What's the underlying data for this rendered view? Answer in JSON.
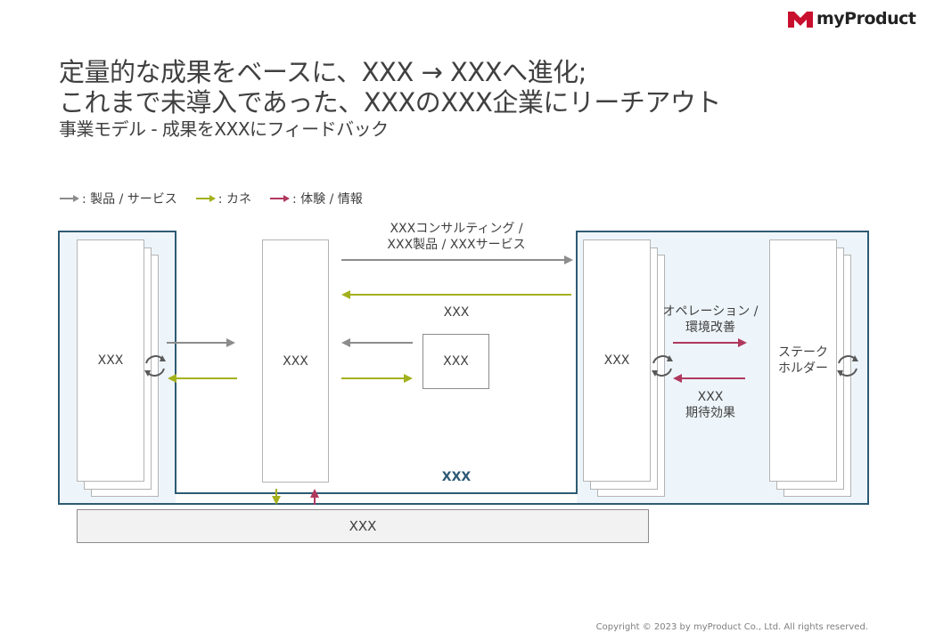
{
  "logo": {
    "text": "myProduct"
  },
  "title": {
    "line1": "定量的な成果をベースに、XXX → XXXへ進化;",
    "line2": "これまで未導入であった、XXXのXXX企業にリーチアウト"
  },
  "subtitle": "事業モデル - 成果をXXXにフィードバック",
  "legend": {
    "product": ": 製品 / サービス",
    "money": ": カネ",
    "experience": ": 体験 / 情報"
  },
  "nodes": {
    "left": "XXX",
    "center": "XXX",
    "small": "XXX",
    "right": "XXX",
    "stakeholder_line1": "ステーク",
    "stakeholder_line2": "ホルダー",
    "bottom_bar": "XXX"
  },
  "labels": {
    "top_arrow_line1": "XXXコンサルティング /",
    "top_arrow_line2": "XXX製品 / XXXサービス",
    "middle": "XXX",
    "bracket": "XXX",
    "ops_line1": "オペレーション /",
    "ops_line2": "環境改善",
    "effect_line1": "XXX",
    "effect_line2": "期待効果"
  },
  "colors": {
    "product_arrow": "#8c8c8c",
    "money_arrow": "#a3b11e",
    "experience_arrow": "#b0385e",
    "region_border": "#2e5a74",
    "region_fill": "#eef5fa"
  },
  "copyright": "Copyright © 2023 by myProduct Co., Ltd.  All rights reserved."
}
